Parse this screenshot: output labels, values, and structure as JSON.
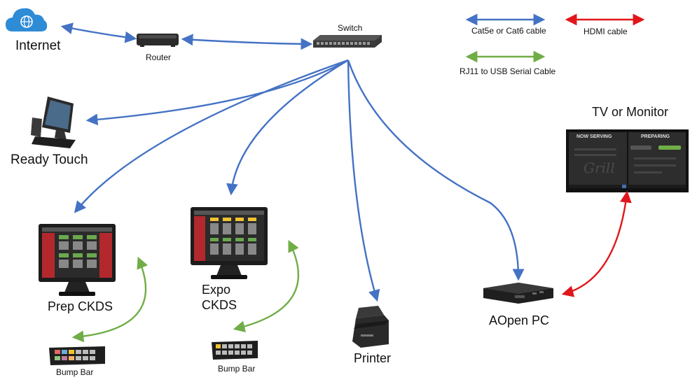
{
  "labels": {
    "internet": "Internet",
    "router": "Router",
    "switch": "Switch",
    "ready_touch": "Ready Touch",
    "prep_ckds": "Prep CKDS",
    "expo_ckds_line1": "Expo",
    "expo_ckds_line2": "CKDS",
    "printer": "Printer",
    "aopen_pc": "AOpen PC",
    "tv_monitor": "TV or Monitor",
    "bump_bar_1": "Bump Bar",
    "bump_bar_2": "Bump Bar"
  },
  "legend": {
    "cat_cable": "Cat5e or Cat6 cable",
    "hdmi_cable": "HDMI cable",
    "rj11_cable": "RJ11 to USB Serial Cable"
  },
  "tv_screen": {
    "now_serving": "NOW SERVING",
    "preparing": "PREPARING",
    "logo": "Grill"
  },
  "colors": {
    "cat_blue": "#4472c4",
    "hdmi_red": "#e0161b",
    "rj11_green": "#70ad47",
    "internet_cloud": "#2e8bd6"
  }
}
